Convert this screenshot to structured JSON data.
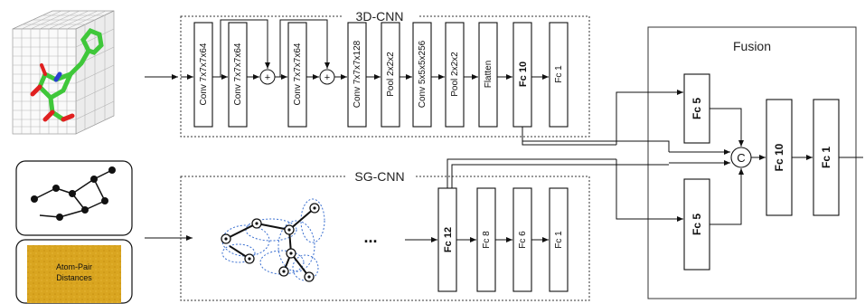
{
  "titles": {
    "cnn3d": "3D-CNN",
    "sgcnn": "SG-CNN",
    "fusion": "Fusion"
  },
  "cnn3d_layers": [
    "Conv 7x7x7x64",
    "Conv 7x7x7x64",
    "Conv 7x7x7x64",
    "Conv 7x7x7x128",
    "Pool 2x2x2",
    "Conv 5x5x5x256",
    "Pool 2x2x2",
    "Flatten",
    "Fc 10",
    "Fc 1"
  ],
  "sgcnn_layers": [
    "Fc 12",
    "Fc 8",
    "Fc 6",
    "Fc 1"
  ],
  "fusion_layers": {
    "upper": "Fc 5",
    "lower": "Fc 5",
    "concat": "C",
    "fc10": "Fc 10",
    "fc1": "Fc 1"
  },
  "adder_symbol": "+",
  "ellipsis": "...",
  "input_panel": {
    "line1": "Atom-Pair",
    "line2": "Distances"
  },
  "colors": {
    "molecule_green": "#3fc73a",
    "molecule_red": "#e02020",
    "molecule_blue": "#2a3fd0",
    "graph_edge_blue": "#3a6fd0",
    "pair_panel_bg": "#d9a520"
  },
  "icons": [
    "voxel-grid-molecule",
    "graph-icon",
    "atom-pair-distance-map",
    "molecular-graph"
  ]
}
